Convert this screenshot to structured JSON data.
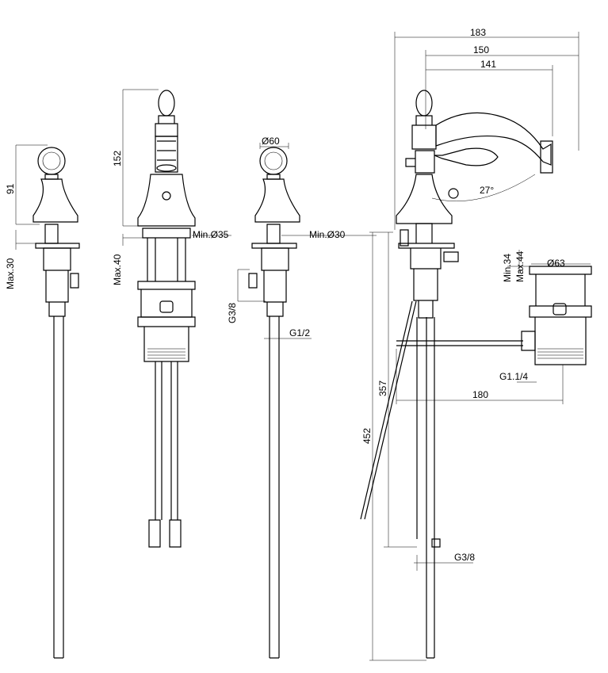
{
  "views": {
    "side_left": {
      "height": "91",
      "max_thickness": "Max.30"
    },
    "front": {
      "height": "152",
      "max_thickness": "Max.40",
      "min_hole": "Min.Ø35"
    },
    "valve": {
      "diameter": "Ø60",
      "min_hole": "Min.Ø30",
      "inlet": "G3/8",
      "outlet": "G1/2"
    },
    "side_right": {
      "overall_reach": "183",
      "reach_2": "150",
      "reach_3": "141",
      "angle": "27°",
      "min_thickness": "Min.34",
      "max_thickness": "Max.44",
      "drain_diameter": "Ø63",
      "drain_thread": "G1.1/4",
      "drain_offset": "180",
      "height_1": "357",
      "height_2": "452",
      "inlet": "G3/8"
    }
  }
}
